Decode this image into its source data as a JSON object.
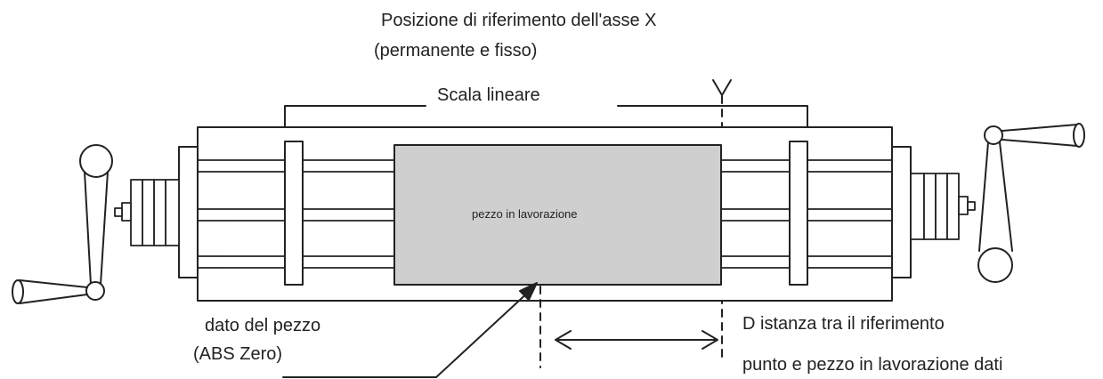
{
  "labels": {
    "reference_title_line1": "Posizione di riferimento dell'asse X",
    "reference_title_line2": "(permanente e fisso)",
    "linear_scale": "Scala lineare",
    "workpiece": "pezzo in lavorazione",
    "datum_line1": "dato del pezzo",
    "datum_line2": "(ABS Zero)",
    "distance_line1": "D istanza tra il riferimento",
    "distance_line2": "punto e pezzo in lavorazione dati"
  },
  "colors": {
    "line": "#222222",
    "workpiece_fill": "#cfcfcf",
    "background": "#ffffff"
  }
}
